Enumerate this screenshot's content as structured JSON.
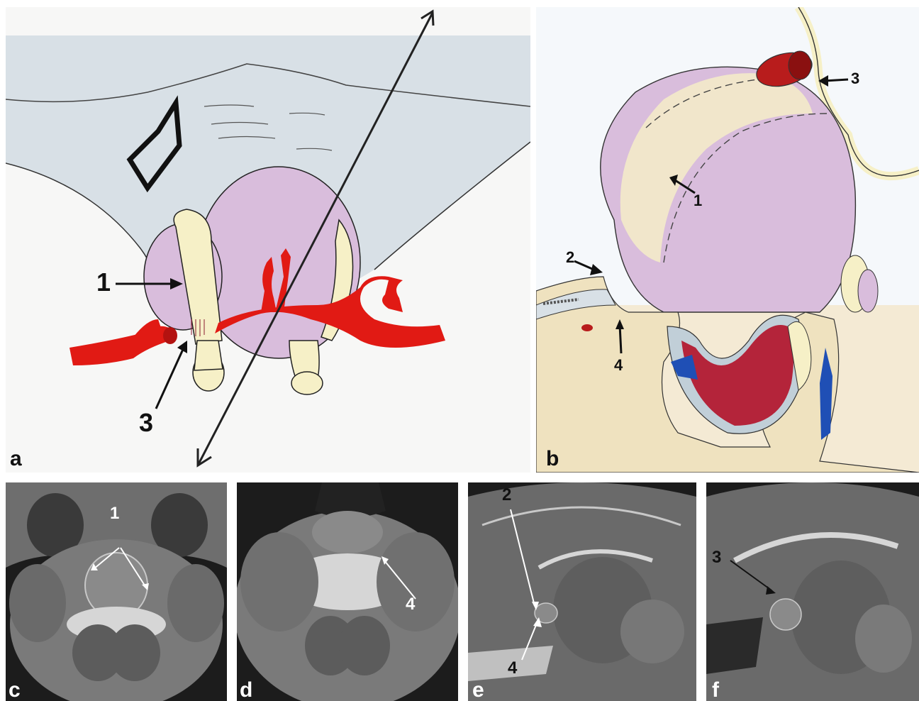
{
  "panels": {
    "a": {
      "letter": "a",
      "callouts": {
        "one": "1",
        "three": "3"
      }
    },
    "b": {
      "letter": "b",
      "callouts": {
        "one": "1",
        "two": "2",
        "three": "3",
        "four": "4"
      }
    },
    "c": {
      "letter": "c",
      "callouts": {
        "one": "1"
      }
    },
    "d": {
      "letter": "d",
      "callouts": {
        "four": "4"
      }
    },
    "e": {
      "letter": "e",
      "callouts": {
        "two": "2",
        "four": "4"
      }
    },
    "f": {
      "letter": "f",
      "callouts": {
        "three": "3"
      }
    }
  },
  "colors": {
    "tumor": "#d9bddc",
    "artery": "#e11a14",
    "nerve": "#f6f0c7",
    "membrane": "#d8e0e6",
    "csf": "#1f4fb5",
    "sinus": "#b4243a",
    "mri_dark": "#2b2b2b",
    "mri_mid": "#7a7a7a",
    "mri_bright": "#d6d6d6"
  }
}
